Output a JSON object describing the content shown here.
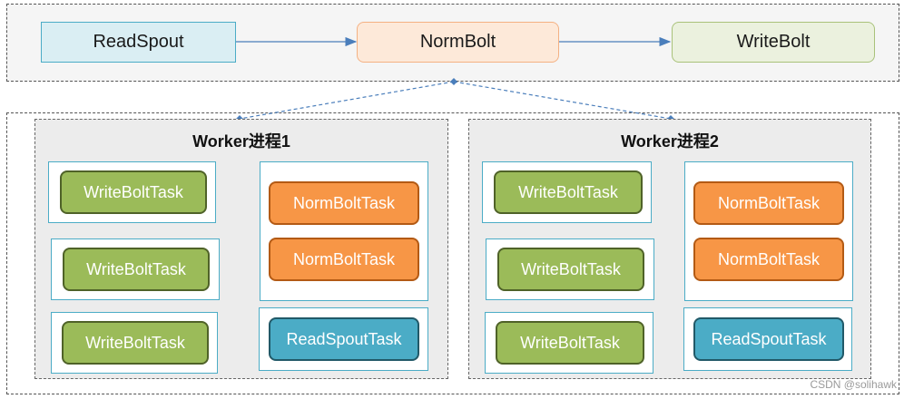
{
  "topology": {
    "spout": "ReadSpout",
    "norm_bolt": "NormBolt",
    "write_bolt": "WriteBolt"
  },
  "workers": [
    {
      "title": "Worker进程1",
      "write_tasks": [
        "WriteBoltTask",
        "WriteBoltTask",
        "WriteBoltTask"
      ],
      "norm_tasks": [
        "NormBoltTask",
        "NormBoltTask"
      ],
      "read_task": "ReadSpoutTask"
    },
    {
      "title": "Worker进程2",
      "write_tasks": [
        "WriteBoltTask",
        "WriteBoltTask",
        "WriteBoltTask"
      ],
      "norm_tasks": [
        "NormBoltTask",
        "NormBoltTask"
      ],
      "read_task": "ReadSpoutTask"
    }
  ],
  "watermark": "CSDN @solihawk",
  "colors": {
    "write_task": "#9bbb59",
    "norm_task": "#f79646",
    "read_task": "#4bacc6",
    "arrow": "#4a7ebb"
  }
}
